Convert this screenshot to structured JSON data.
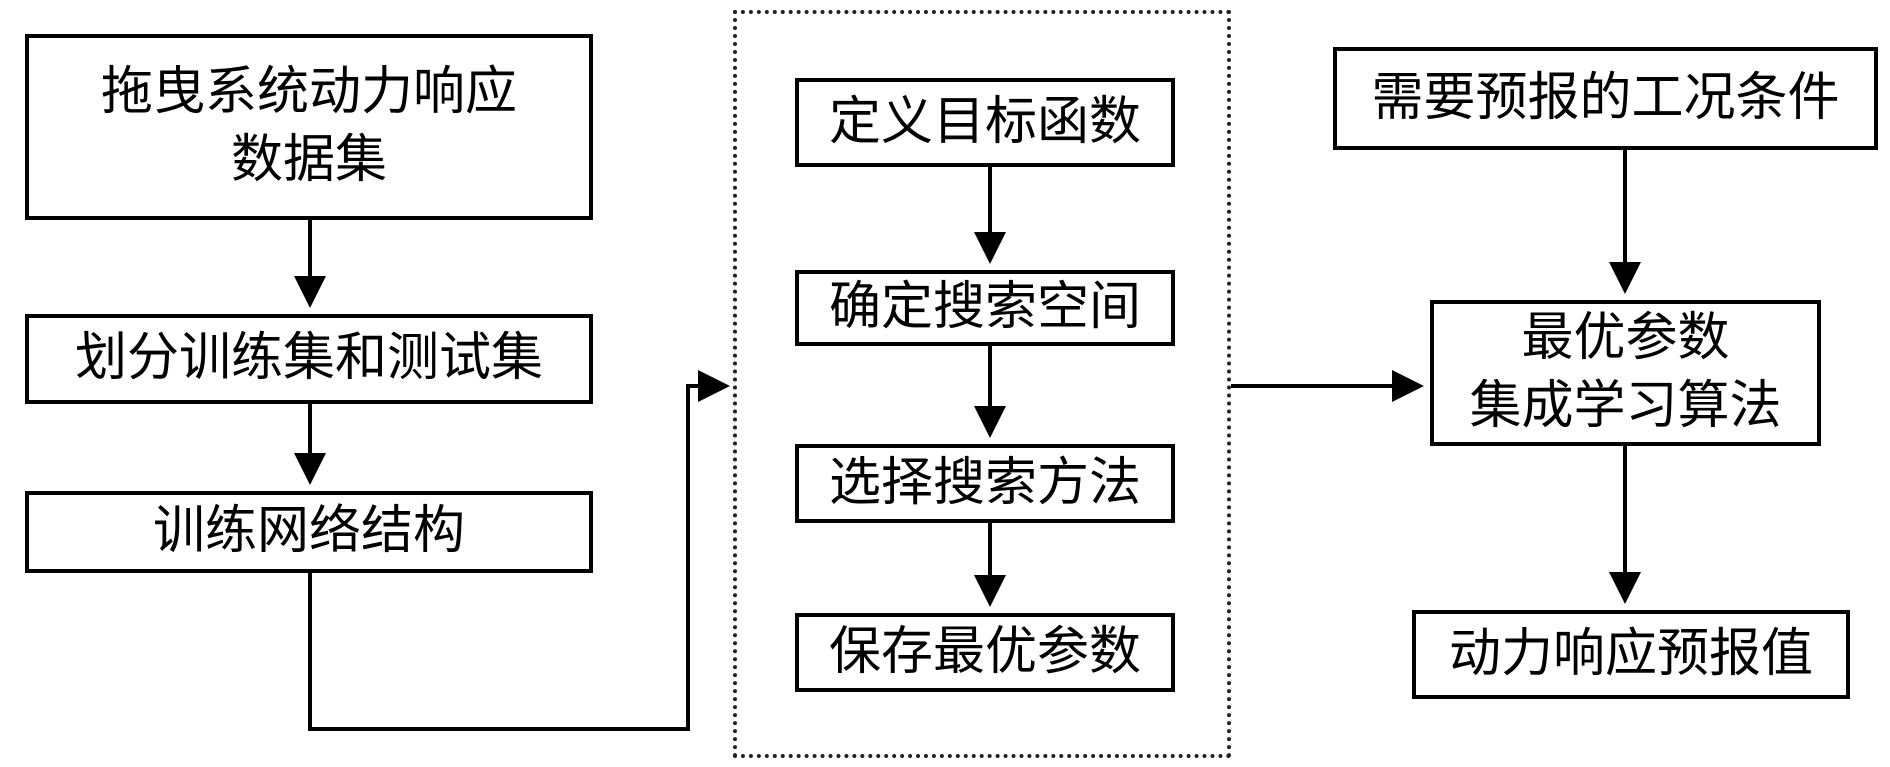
{
  "diagram": {
    "left_column": {
      "dataset": {
        "line1": "拖曳系统动力响应",
        "line2": "数据集"
      },
      "split": "划分训练集和测试集",
      "train": "训练网络结构"
    },
    "middle_group": {
      "objective": "定义目标函数",
      "space": "确定搜索空间",
      "method": "选择搜索方法",
      "save": "保存最优参数"
    },
    "right_column": {
      "conditions": "需要预报的工况条件",
      "ensemble": {
        "line1": "最优参数",
        "line2": "集成学习算法"
      },
      "prediction": "动力响应预报值"
    },
    "colors": {
      "line": "#000000",
      "box_border": "#000000",
      "background": "#ffffff"
    }
  }
}
